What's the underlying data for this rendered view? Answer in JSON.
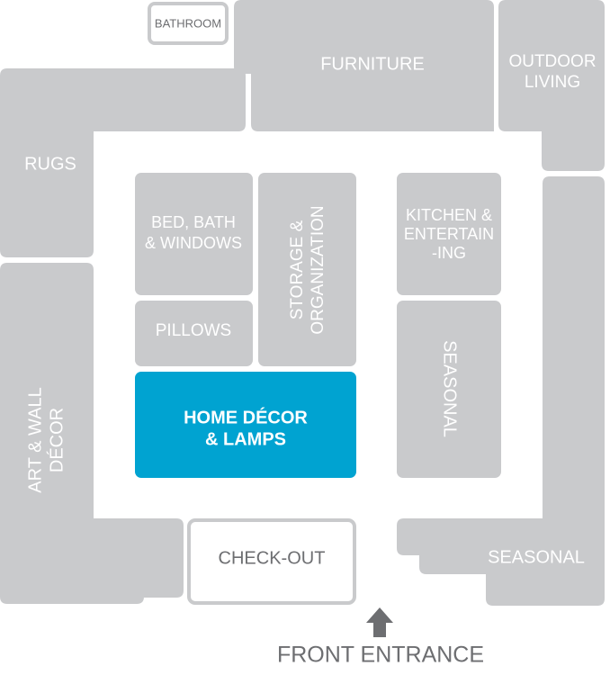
{
  "colors": {
    "department": "#c9cacc",
    "highlight": "#00a3d1",
    "outline": "#c9cacc",
    "label_light": "#ffffff",
    "label_dark": "#6d6e71",
    "arrow": "#6d6e71"
  },
  "departments": {
    "bathroom": "BATHROOM",
    "furniture": "FURNITURE",
    "outdoor_living": [
      "OUTDOOR",
      "LIVING"
    ],
    "rugs": "RUGS",
    "bed_bath_windows": [
      "BED, BATH",
      "& WINDOWS"
    ],
    "storage_organization": [
      "STORAGE &",
      "ORGANIZATION"
    ],
    "kitchen_entertaining": [
      "KITCHEN &",
      "ENTERTAIN",
      "-ING"
    ],
    "pillows": "PILLOWS",
    "seasonal_center": "SEASONAL",
    "art_wall_decor": [
      "ART & WALL",
      "DÉCOR"
    ],
    "home_decor_lamps": [
      "HOME DÉCOR",
      "& LAMPS"
    ],
    "checkout": "CHECK-OUT",
    "seasonal_corner": "SEASONAL"
  },
  "entrance": {
    "label": "FRONT ENTRANCE",
    "icon": "up-arrow-icon"
  }
}
